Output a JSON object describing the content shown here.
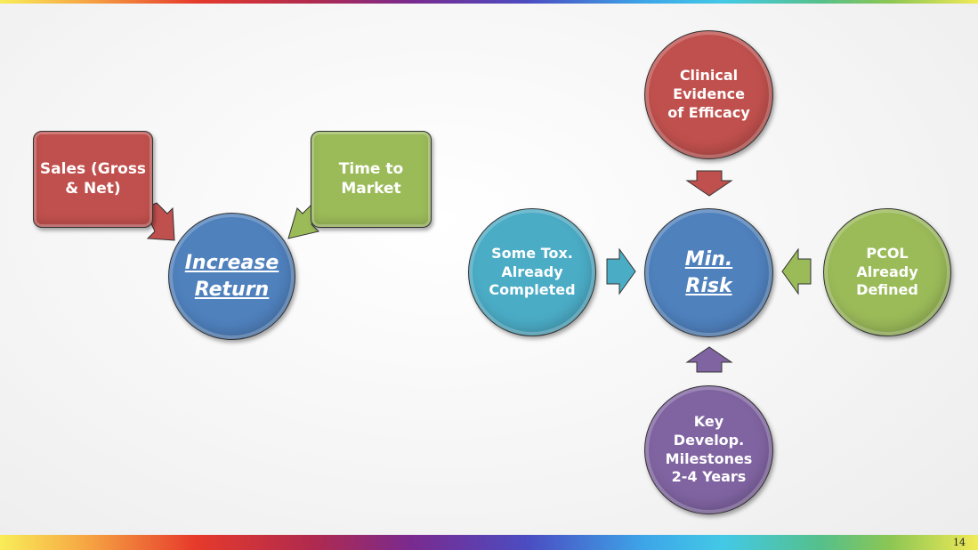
{
  "slide": {
    "page_number": "14"
  },
  "left_diagram": {
    "hub": {
      "line1": "Increase",
      "line2": "Return",
      "color": "#4f81bd"
    },
    "inputs": [
      {
        "line1": "Sales (Gross",
        "line2": "& Net)",
        "color": "#c0504d",
        "shape": "rounded-rectangle-callout"
      },
      {
        "line1": "Time to",
        "line2": "Market",
        "color": "#9bbb59",
        "shape": "rounded-rectangle-callout"
      }
    ]
  },
  "right_diagram": {
    "hub": {
      "line1": "Min.",
      "line2": "Risk",
      "color": "#4f81bd"
    },
    "inputs": {
      "top": {
        "lines": [
          "Clinical",
          "Evidence",
          "of Efficacy"
        ],
        "color": "#c0504d",
        "arrow": "down"
      },
      "left": {
        "lines": [
          "Some Tox.",
          "Already",
          "Completed"
        ],
        "color": "#4bacc6",
        "arrow": "right"
      },
      "right": {
        "lines": [
          "PCOL",
          "Already",
          "Defined"
        ],
        "color": "#9bbb59",
        "arrow": "left"
      },
      "bottom": {
        "lines": [
          "Key",
          "Develop.",
          "Milestones",
          "2-4 Years"
        ],
        "color": "#8064a2",
        "arrow": "up"
      }
    }
  }
}
